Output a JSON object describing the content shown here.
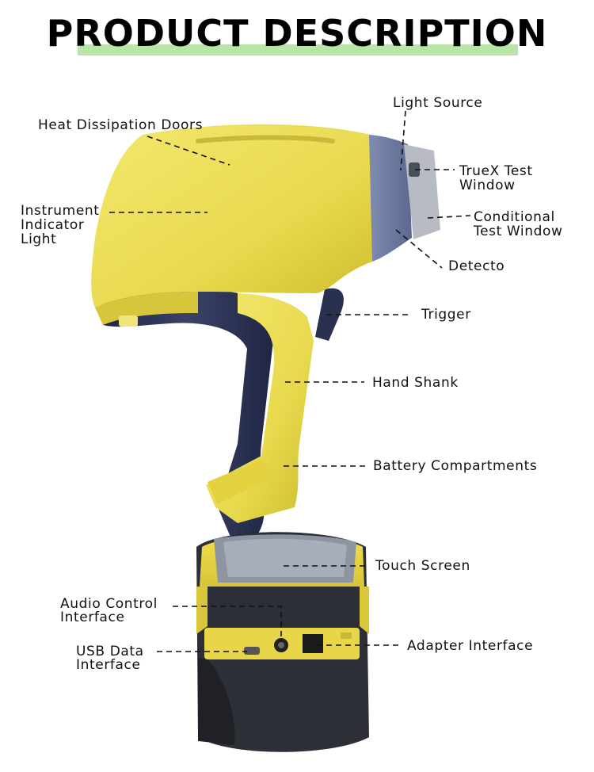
{
  "title": "PRODUCT DESCRIPTION",
  "labels": {
    "heat_dissipation_doors": "Heat Dissipation Doors",
    "instrument_indicator_light": "Instrument\nIndicator\nLight",
    "light_source": "Light Source",
    "truex_test_window": "TrueX Test\nWindow",
    "conditional_test_window": "Conditional\nTest Window",
    "detecto": "Detecto",
    "trigger": "Trigger",
    "hand_shank": "Hand Shank",
    "battery_compartments": "Battery Compartments",
    "touch_screen": "Touch Screen",
    "audio_control_interface": "Audio Control\nInterface",
    "usb_data_interface": "USB Data\nInterface",
    "adapter_interface": "Adapter Interface"
  },
  "colors": {
    "body_yellow": "#ecdd55",
    "grip_navy": "#2a3150",
    "title_highlight": "#b9e6a8"
  }
}
